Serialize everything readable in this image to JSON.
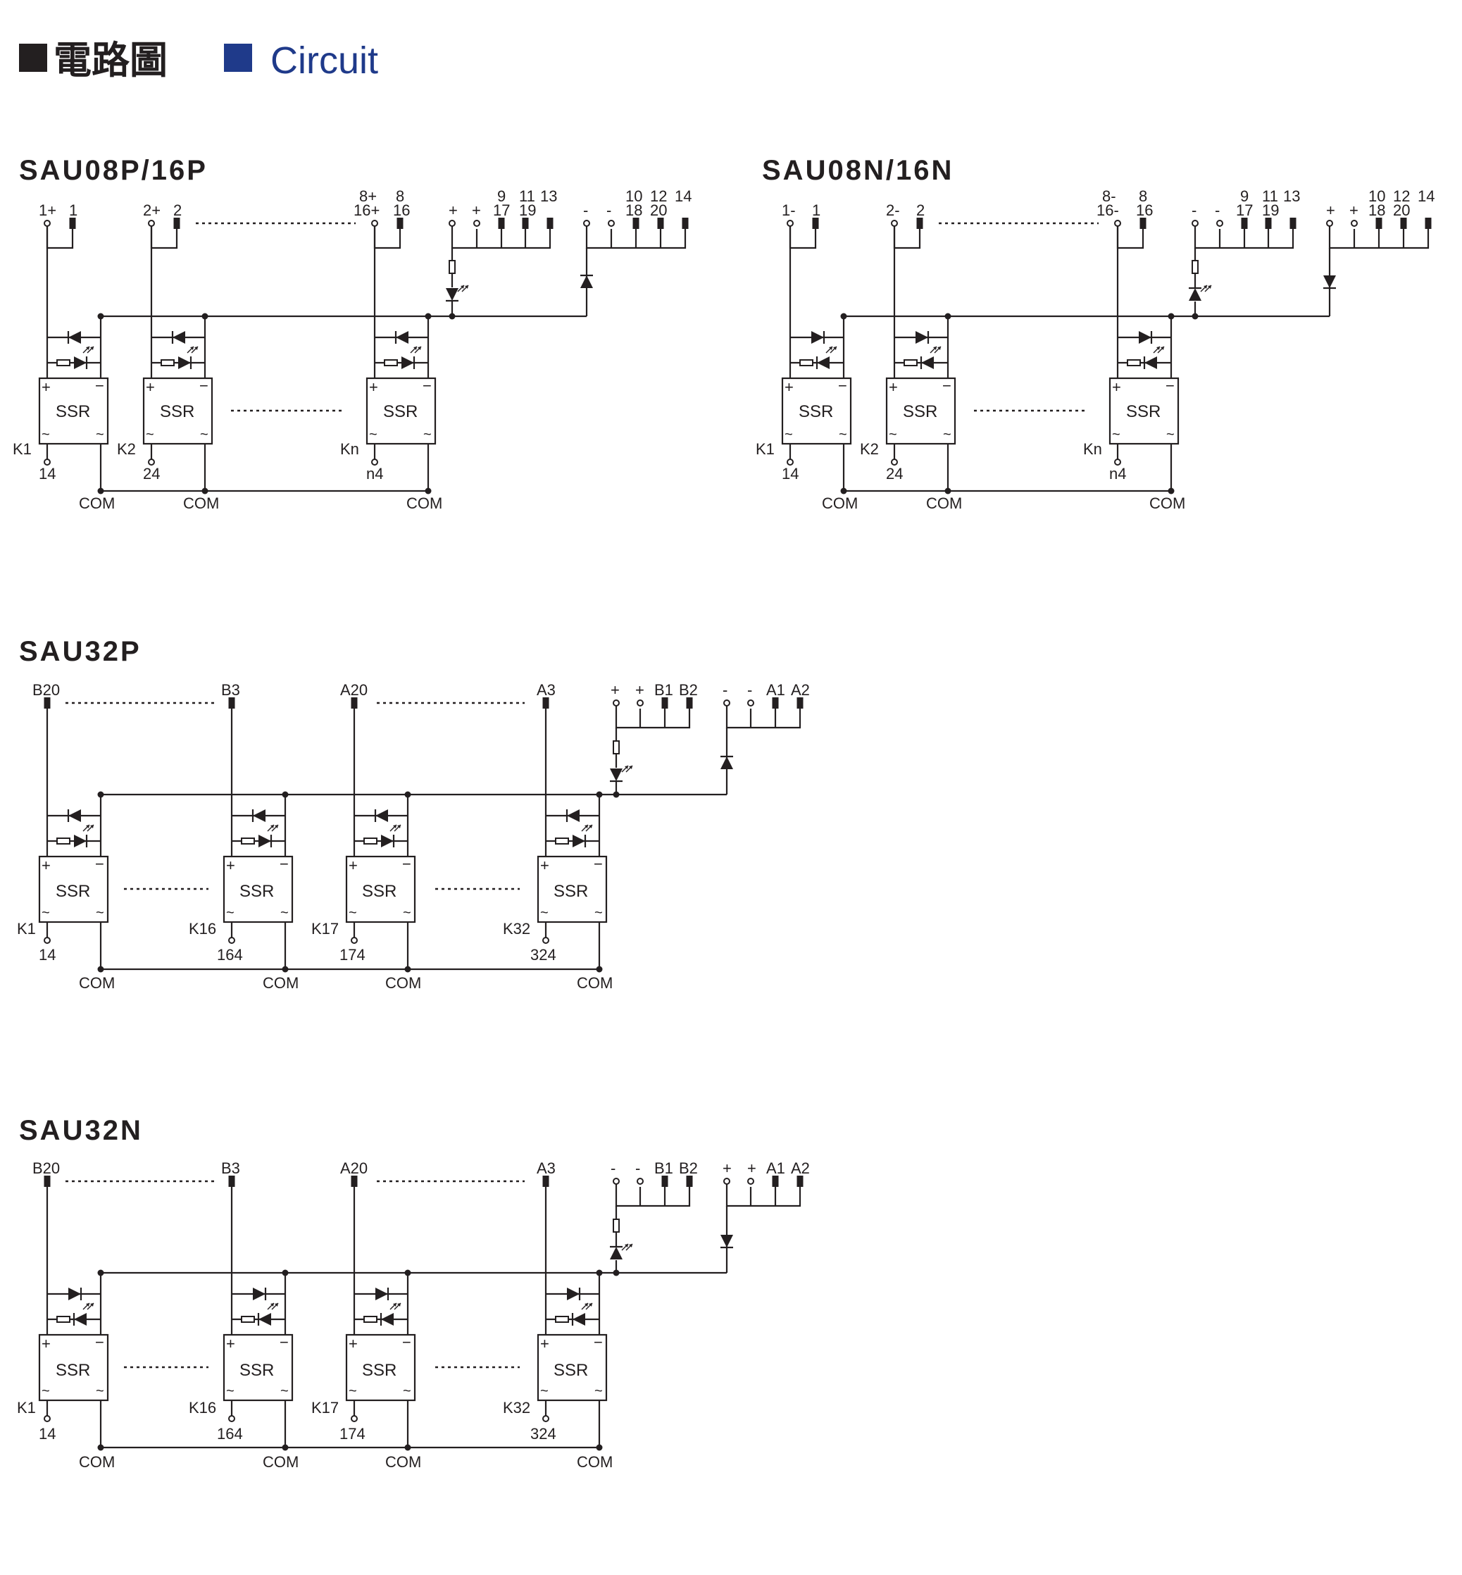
{
  "header": {
    "title_zh": "電路圖",
    "title_en": "Circuit",
    "colors": {
      "zh": "#231f20",
      "en": "#1f3a8a"
    }
  },
  "ssr_label": "SSR",
  "com_label": "COM",
  "plus_sign": "+",
  "minus_sign": "−",
  "ac_sign": "~",
  "blocks": [
    {
      "title": "SAU08P/16P",
      "polarity": "P",
      "inputs": [
        {
          "top": "",
          "left": "1+",
          "right": "1"
        },
        {
          "top": "",
          "left": "2+",
          "right": "2"
        },
        {
          "top": "8+",
          "left": "16+",
          "right": "16",
          "top_right": "8"
        }
      ],
      "common": {
        "group_a": [
          "+",
          "+",
          "17",
          "19"
        ],
        "group_a_top": [
          "9",
          "11",
          "13"
        ],
        "group_b": [
          "-",
          "-",
          "18",
          "20"
        ],
        "group_b_top": [
          "10",
          "12",
          "14"
        ]
      },
      "relays": [
        "K1",
        "K2",
        "Kn"
      ],
      "outputs": [
        "14",
        "24",
        "n4"
      ]
    },
    {
      "title": "SAU08N/16N",
      "polarity": "N",
      "inputs": [
        {
          "top": "",
          "left": "1-",
          "right": "1"
        },
        {
          "top": "",
          "left": "2-",
          "right": "2"
        },
        {
          "top": "8-",
          "left": "16-",
          "right": "16",
          "top_right": "8"
        }
      ],
      "common": {
        "group_a": [
          "-",
          "-",
          "17",
          "19"
        ],
        "group_a_top": [
          "9",
          "11",
          "13"
        ],
        "group_b": [
          "+",
          "+",
          "18",
          "20"
        ],
        "group_b_top": [
          "10",
          "12",
          "14"
        ]
      },
      "relays": [
        "K1",
        "K2",
        "Kn"
      ],
      "outputs": [
        "14",
        "24",
        "n4"
      ]
    },
    {
      "title": "SAU32P",
      "polarity": "P",
      "inputs": [
        "B20",
        "B3",
        "A20",
        "A3"
      ],
      "common": {
        "group_a": [
          "+",
          "+",
          "B1",
          "B2"
        ],
        "group_b": [
          "-",
          "-",
          "A1",
          "A2"
        ]
      },
      "relays": [
        "K1",
        "K16",
        "K17",
        "K32"
      ],
      "outputs": [
        "14",
        "164",
        "174",
        "324"
      ]
    },
    {
      "title": "SAU32N",
      "polarity": "N",
      "inputs": [
        "B20",
        "B3",
        "A20",
        "A3"
      ],
      "common": {
        "group_a": [
          "-",
          "-",
          "B1",
          "B2"
        ],
        "group_b": [
          "+",
          "+",
          "A1",
          "A2"
        ]
      },
      "relays": [
        "K1",
        "K16",
        "K17",
        "K32"
      ],
      "outputs": [
        "14",
        "164",
        "174",
        "324"
      ]
    }
  ]
}
